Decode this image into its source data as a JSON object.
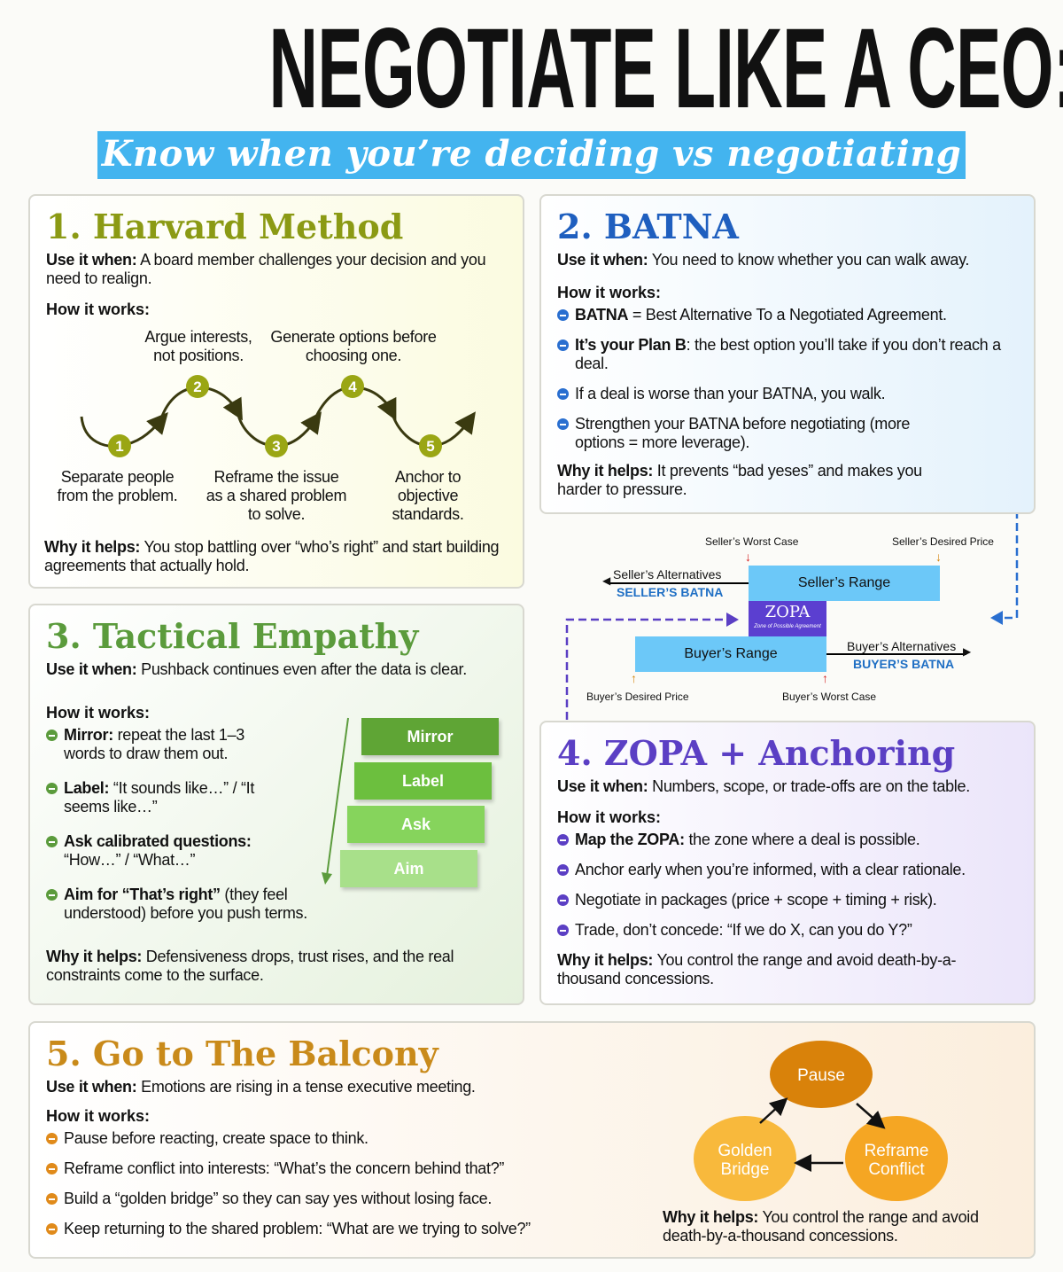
{
  "header": {
    "title": "NEGOTIATE LIKE A CEO:",
    "subtitle": "Know when you’re deciding vs negotiating"
  },
  "colors": {
    "olive": "#8b9a14",
    "blue": "#1f5fbf",
    "green": "#5b9b3c",
    "purple": "#5b3fc4",
    "orange": "#c98a1a",
    "subtitle_bg": "#43b4ef"
  },
  "harvard": {
    "title": "1. Harvard Method",
    "use_label": "Use it when:",
    "use_text": " A board member challenges your decision and you need to realign.",
    "how_label": "How it works:",
    "steps": [
      {
        "n": "1",
        "text": "Separate people from the problem."
      },
      {
        "n": "2",
        "text": "Argue interests, not positions."
      },
      {
        "n": "3",
        "text": "Reframe the issue as a shared problem to solve."
      },
      {
        "n": "4",
        "text": "Generate options before choosing one."
      },
      {
        "n": "5",
        "text": "Anchor to objective standards."
      }
    ],
    "why_label": "Why it helps:",
    "why_text": " You stop battling over “who’s right” and start building agreements that actually hold."
  },
  "batna": {
    "title": "2. BATNA",
    "use_label": "Use it when:",
    "use_text": " You need to know whether you can walk away.",
    "how_label": "How it works:",
    "bullets": [
      {
        "bold": "BATNA",
        "text": " = Best Alternative To a Negotiated Agreement."
      },
      {
        "bold": "It’s your Plan B",
        "text": ": the best option you’ll take if you don’t reach a deal."
      },
      {
        "bold": "",
        "text": "If a deal is worse than your BATNA, you walk."
      },
      {
        "bold": "",
        "text": "Strengthen your BATNA before negotiating (more options = more leverage)."
      }
    ],
    "why_label": "Why it helps:",
    "why_text": " It prevents “bad yeses” and makes you harder to pressure."
  },
  "zopa_diagram": {
    "seller_worst": "Seller’s Worst Case",
    "seller_desired": "Seller’s Desired Price",
    "seller_alt": "Seller’s Alternatives",
    "seller_batna": "SELLER’S BATNA",
    "seller_range": "Seller’s Range",
    "zopa": "ZOPA",
    "zopa_full": "Zone of Possible Agreement",
    "buyer_range": "Buyer’s Range",
    "buyer_alt": "Buyer’s Alternatives",
    "buyer_batna": "BUYER’S BATNA",
    "buyer_desired": "Buyer’s Desired Price",
    "buyer_worst": "Buyer’s Worst Case"
  },
  "empathy": {
    "title": "3. Tactical Empathy",
    "use_label": "Use it when:",
    "use_text": " Pushback continues even after the data is clear.",
    "how_label": "How it works:",
    "bullets": [
      {
        "bold": "Mirror:",
        "text": " repeat the last 1–3 words to draw them out."
      },
      {
        "bold": "Label:",
        "text": " “It sounds like…” / “It seems like…”"
      },
      {
        "bold": "Ask calibrated questions:",
        "text": " “How…” / “What…”"
      },
      {
        "bold": "Aim for “That’s right”",
        "text": " (they feel understood) before you push terms."
      }
    ],
    "ladder": [
      "Mirror",
      "Label",
      "Ask",
      "Aim"
    ],
    "why_label": "Why it helps:",
    "why_text": " Defensiveness drops, trust rises, and the real constraints come to the surface."
  },
  "zopa": {
    "title": "4. ZOPA + Anchoring",
    "use_label": "Use it when:",
    "use_text": " Numbers, scope, or trade-offs are on the table.",
    "how_label": "How it works:",
    "bullets": [
      {
        "bold": "Map the ZOPA:",
        "text": " the zone where a deal is possible."
      },
      {
        "bold": "",
        "text": "Anchor early when you’re informed, with a clear rationale."
      },
      {
        "bold": "",
        "text": "Negotiate in packages (price + scope + timing + risk)."
      },
      {
        "bold": "",
        "text": "Trade, don’t concede: “If we do X, can you do Y?”"
      }
    ],
    "why_label": "Why it helps:",
    "why_text": " You control the range and avoid death-by-a-thousand concessions."
  },
  "balcony": {
    "title": "5. Go to The Balcony",
    "use_label": "Use it when:",
    "use_text": " Emotions are rising in a tense executive meeting.",
    "how_label": "How it works:",
    "bullets": [
      "Pause before reacting, create space to think.",
      "Reframe conflict into interests: “What’s the concern behind that?”",
      "Build a “golden bridge” so they can say yes without losing face.",
      "Keep returning to the shared problem: “What are we trying to solve?”"
    ],
    "cycle": {
      "pause": "Pause",
      "reframe1": "Reframe",
      "reframe2": "Conflict",
      "golden1": "Golden",
      "golden2": "Bridge"
    },
    "why_label": "Why it helps:",
    "why_text": " You control the range and avoid death-by-a-thousand concessions."
  }
}
